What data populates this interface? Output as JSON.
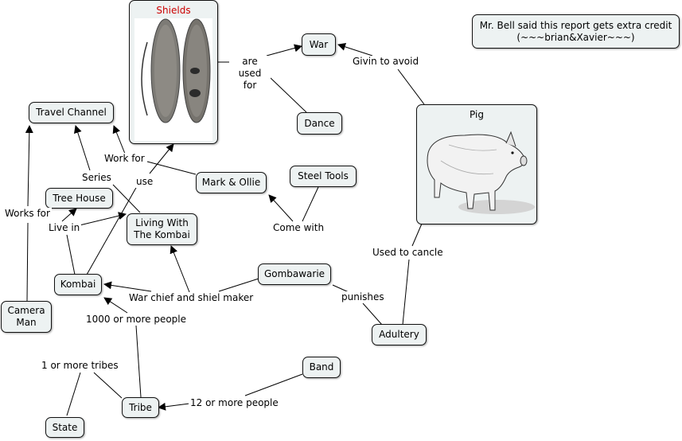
{
  "nodes": {
    "war": "War",
    "dance": "Dance",
    "travel_channel": "Travel Channel",
    "tree_house": "Tree House",
    "mark_ollie": "Mark & Ollie",
    "steel_tools": "Steel Tools",
    "living_kombai": "Living With The Kombai",
    "gombawarie": "Gombawarie",
    "kombai": "Kombai",
    "camera_man": "Camera Man",
    "adultery": "Adultery",
    "band": "Band",
    "tribe": "Tribe",
    "state": "State",
    "note": "Mr. Bell said this report gets extra credit (~~~brian&Xavier~~~)"
  },
  "image_nodes": {
    "shields": {
      "caption": "Shields",
      "caption_color": "#cc0000"
    },
    "pig": {
      "caption": "Pig",
      "caption_color": "#000000"
    }
  },
  "links": {
    "are_used_for": "are used for",
    "givin_to_avoid": "Givin to avoid",
    "work_for": "Work for",
    "series": "Series",
    "use": "use",
    "works_for": "Works for",
    "live_in": "Live in",
    "come_with": "Come with",
    "used_to_cancle": "Used to cancle",
    "punishes": "punishes",
    "war_chief": "War chief and shiel maker",
    "thousand_people": "1000 or more people",
    "one_or_more_tribes": "1 or more tribes",
    "twelve_people": "12 or more people"
  }
}
